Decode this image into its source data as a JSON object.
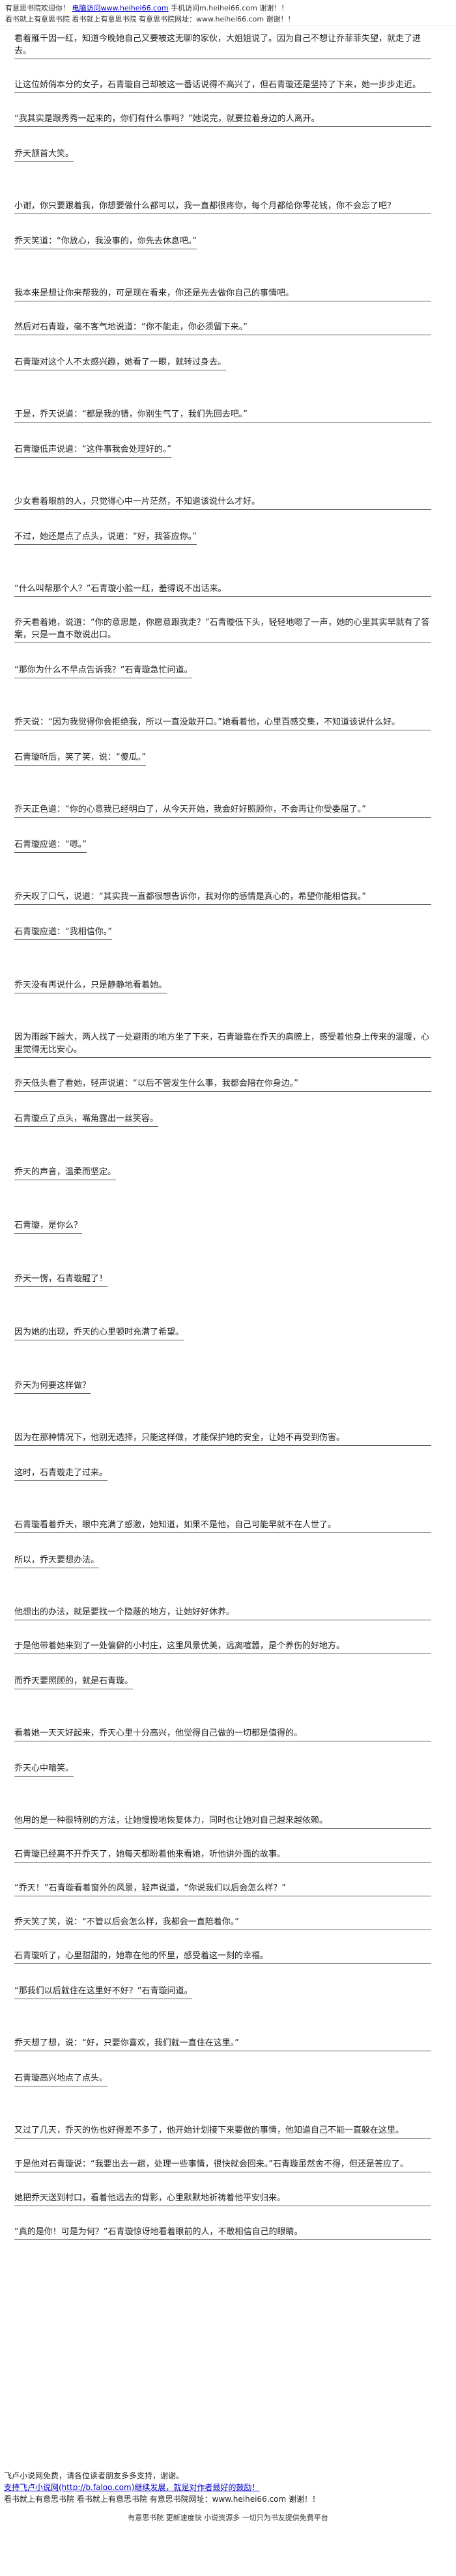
{
  "header": {
    "line1_text": "有意思书院欢迎你！",
    "line1_link": "电脑访问www.heihei66.com",
    "line1_tail": "手机访问m.heihei66.com 谢谢！！",
    "line2": "看书就上有意思书院  看书就上有意思书院 有意思书院网址：www.heihei66.com 谢谢！！"
  },
  "paragraphs": [
    "看着雁千因一红，知道今晚她自己又要被这无聊的家伙，大姐姐说了。因为自己不想让乔菲菲失望，就走了进去。",
    "让这位娇俏本分的女子，石青璇自己却被这一番话说得不高兴了，但石青璇还是坚持了下来，她一步步走近。",
    "“我其实是跟秀秀一起来的，你们有什么事吗？”她说完，就要拉着身边的人离开。",
    "乔天颔首大笑。",
    "小谢，你只要跟着我，你想要做什么都可以，我一直都很疼你，每个月都给你零花钱，你不会忘了吧？",
    "乔天笑道：“你放心，我没事的，你先去休息吧。”",
    "我本来是想让你来帮我的，可是现在看来，你还是先去做你自己的事情吧。",
    "然后对石青璇，毫不客气地说道：“你不能走，你必须留下来。”",
    "石青璇对这个人不太感兴趣，她看了一眼，就转过身去。",
    "于是，乔天说道：“都是我的错，你别生气了，我们先回去吧。”",
    "石青璇低声说道：“这件事我会处理好的。”",
    "少女看着眼前的人，只觉得心中一片茫然，不知道该说什么才好。",
    "不过，她还是点了点头，说道：“好，我答应你。”",
    "“什么叫帮那个人？”石青璇小脸一红，羞得说不出话来。",
    "乔天看着她，说道：“你的意思是，你愿意跟我走？”石青璇低下头，轻轻地嗯了一声，她的心里其实早就有了答案，只是一直不敢说出口。",
    "“那你为什么不早点告诉我？”石青璇急忙问道。",
    "乔天说：“因为我觉得你会拒绝我，所以一直没敢开口。”她看着他，心里百感交集，不知道该说什么好。",
    "石青璇听后，笑了笑，说：“傻瓜。”",
    "乔天正色道：“你的心意我已经明白了，从今天开始，我会好好照顾你，不会再让你受委屈了。”",
    "石青璇应道：“嗯。”",
    "乔天叹了口气，说道：“其实我一直都很想告诉你，我对你的感情是真心的，希望你能相信我。”",
    "石青璇应道：“我相信你。”",
    "乔天没有再说什么，只是静静地看着她。",
    "因为雨越下越大，两人找了一处避雨的地方坐了下来，石青璇靠在乔天的肩膀上，感受着他身上传来的温暖，心里觉得无比安心。",
    "乔天低头看了看她，轻声说道：“以后不管发生什么事，我都会陪在你身边。”",
    "石青璇点了点头，嘴角露出一丝笑容。",
    "乔天的声音，温柔而坚定。",
    "石青璇，是你么？",
    "乔天一愣，石青璇醒了！",
    "因为她的出现，乔天的心里顿时充满了希望。",
    "乔天为何要这样做？",
    "因为在那种情况下，他别无选择，只能这样做，才能保护她的安全，让她不再受到伤害。",
    "这时，石青璇走了过来。",
    "石青璇看着乔天，眼中充满了感激，她知道，如果不是他，自己可能早就不在人世了。",
    "所以，乔天要想办法。",
    "他想出的办法，就是要找一个隐蔽的地方，让她好好休养。",
    "于是他带着她来到了一处偏僻的小村庄，这里风景优美，远离喧嚣，是个养伤的好地方。",
    "而乔天要照顾的，就是石青璇。",
    "看着她一天天好起来，乔天心里十分高兴，他觉得自己做的一切都是值得的。",
    "乔天心中暗笑。",
    "他用的是一种很特别的方法，让她慢慢地恢复体力，同时也让她对自己越来越依赖。",
    "石青璇已经离不开乔天了，她每天都盼着他来看她，听他讲外面的故事。",
    "“乔天！”石青璇看着窗外的风景，轻声说道，“你说我们以后会怎么样？”",
    "乔天笑了笑，说：“不管以后会怎么样，我都会一直陪着你。”",
    "石青璇听了，心里甜甜的，她靠在他的怀里，感受着这一刻的幸福。",
    "“那我们以后就住在这里好不好？”石青璇问道。",
    "乔天想了想，说：“好，只要你喜欢，我们就一直住在这里。”",
    "石青璇高兴地点了点头。",
    "又过了几天，乔天的伤也好得差不多了，他开始计划接下来要做的事情，他知道自己不能一直躲在这里。",
    "于是他对石青璇说：“我要出去一趟，处理一些事情，很快就会回来。”石青璇虽然舍不得，但还是答应了。",
    "她把乔天送到村口，看着他远去的背影，心里默默地祈祷着他平安归来。",
    "“真的是你！可是为何？”石青璇惊讶地看着眼前的人，不敢相信自己的眼睛。"
  ],
  "footer": {
    "line1": "飞卢小说网免费，请各位读者朋友多多支持，谢谢。",
    "line2": "支持飞卢小说网(http://b.faloo.com)继续发展，就是对作者最好的鼓励！",
    "line3": "看书就上有意思书院  看书就上有意思书院 有意思书院网址：www.heihei66.com 谢谢！！",
    "line4": "有意思书院 更新速度快 小说资源多 一切只为书友提供免费平台"
  }
}
